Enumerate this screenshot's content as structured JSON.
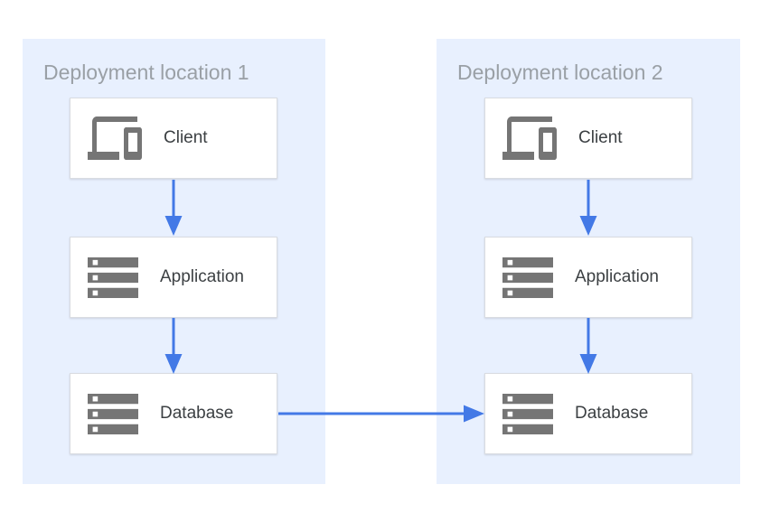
{
  "diagram": {
    "type": "architecture-diagram",
    "colors": {
      "page_bg": "#ffffff",
      "panel_bg": "#e8f0fe",
      "node_bg": "#ffffff",
      "node_border": "#d9dce1",
      "arrow_blue": "#4379e6",
      "icon_gray": "#757575",
      "panel_title_gray": "#9aa0a6",
      "node_label_color": "#3c4043"
    }
  },
  "panels": [
    {
      "title": "Deployment location 1",
      "nodes": [
        {
          "label": "Client",
          "icon": "devices-icon"
        },
        {
          "label": "Application",
          "icon": "server-stack-icon"
        },
        {
          "label": "Database",
          "icon": "server-stack-icon"
        }
      ]
    },
    {
      "title": "Deployment location 2",
      "nodes": [
        {
          "label": "Client",
          "icon": "devices-icon"
        },
        {
          "label": "Application",
          "icon": "server-stack-icon"
        },
        {
          "label": "Database",
          "icon": "server-stack-icon"
        }
      ]
    }
  ],
  "connections": [
    {
      "from": "client-1",
      "to": "application-1",
      "direction": "down"
    },
    {
      "from": "application-1",
      "to": "database-1",
      "direction": "down"
    },
    {
      "from": "client-2",
      "to": "application-2",
      "direction": "down"
    },
    {
      "from": "application-2",
      "to": "database-2",
      "direction": "down"
    },
    {
      "from": "database-1",
      "to": "database-2",
      "direction": "right"
    }
  ]
}
